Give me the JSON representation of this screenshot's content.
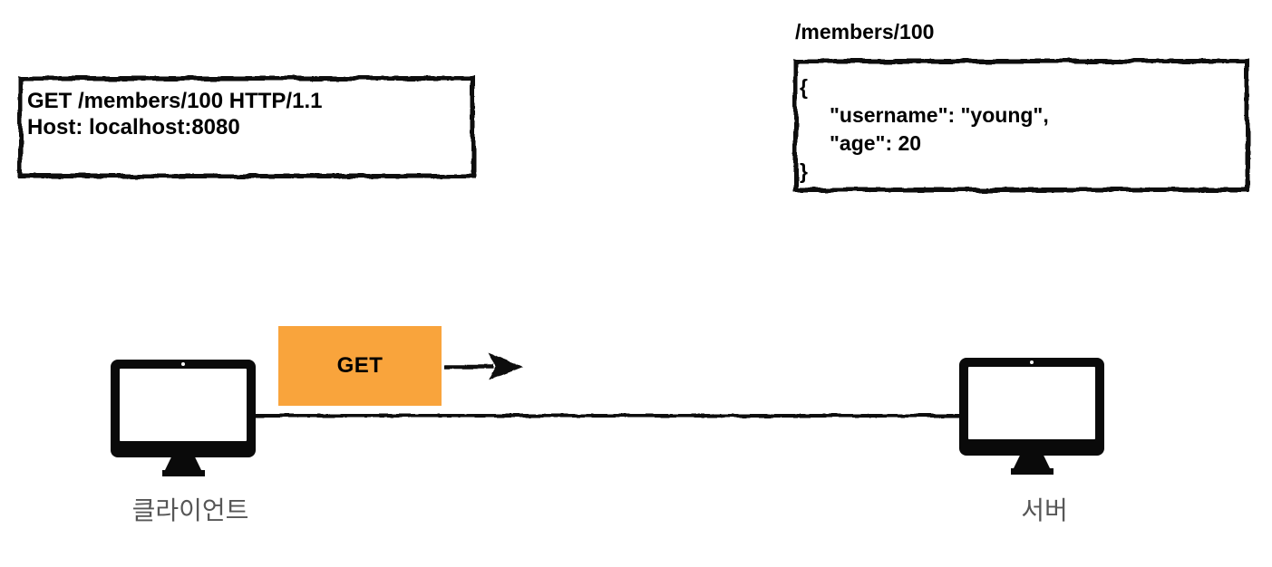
{
  "request_box": {
    "line1": "GET /members/100 HTTP/1.1",
    "line2": "Host: localhost:8080"
  },
  "response_box": {
    "title": "/members/100",
    "lines": [
      "{",
      "\"username\": \"young\",",
      "\"age\": 20",
      "}"
    ]
  },
  "method_badge": {
    "label": "GET"
  },
  "nodes": {
    "client_label": "클라이언트",
    "server_label": "서버"
  },
  "icons": {
    "arrow": "right-arrow",
    "client": "desktop-monitor",
    "server": "desktop-monitor"
  },
  "colors": {
    "badge_orange": "#F9A43C",
    "ink": "#111111",
    "label_gray": "#565656",
    "background": "#ffffff"
  }
}
